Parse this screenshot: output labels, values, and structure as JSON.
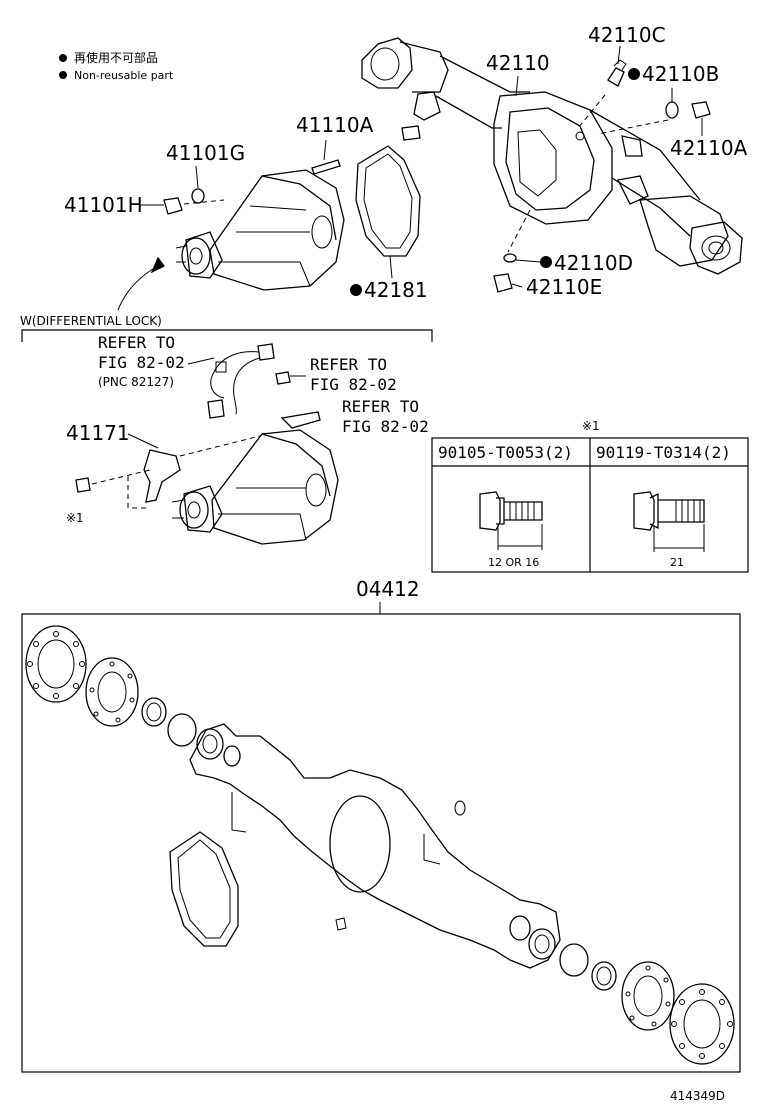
{
  "legend": {
    "jp": "再使用不可部品",
    "en": "Non-reusable part"
  },
  "labels": {
    "p42110C": "42110C",
    "p42110": "42110",
    "p42110B": "42110B",
    "p42110A": "42110A",
    "p41110A": "41110A",
    "p41101G": "41101G",
    "p41101H": "41101H",
    "p42110D": "42110D",
    "p42110E": "42110E",
    "p42181": "42181",
    "diff_lock": "W(DIFFERENTIAL LOCK)",
    "refer1_a": "REFER TO",
    "refer1_b": "FIG 82-02",
    "refer1_c": "(PNC 82127)",
    "refer2_a": "REFER TO",
    "refer2_b": "FIG 82-02",
    "refer3_a": "REFER TO",
    "refer3_b": "FIG 82-02",
    "p41171": "41171",
    "note_mark": "※1",
    "note_mark2": "※1",
    "p04412": "04412",
    "diagram_id": "414349D"
  },
  "bolt_table": {
    "col1_header": "90105-T0053(2)",
    "col2_header": "90119-T0314(2)",
    "col1_dim": "12 OR 16",
    "col2_dim": "21"
  }
}
